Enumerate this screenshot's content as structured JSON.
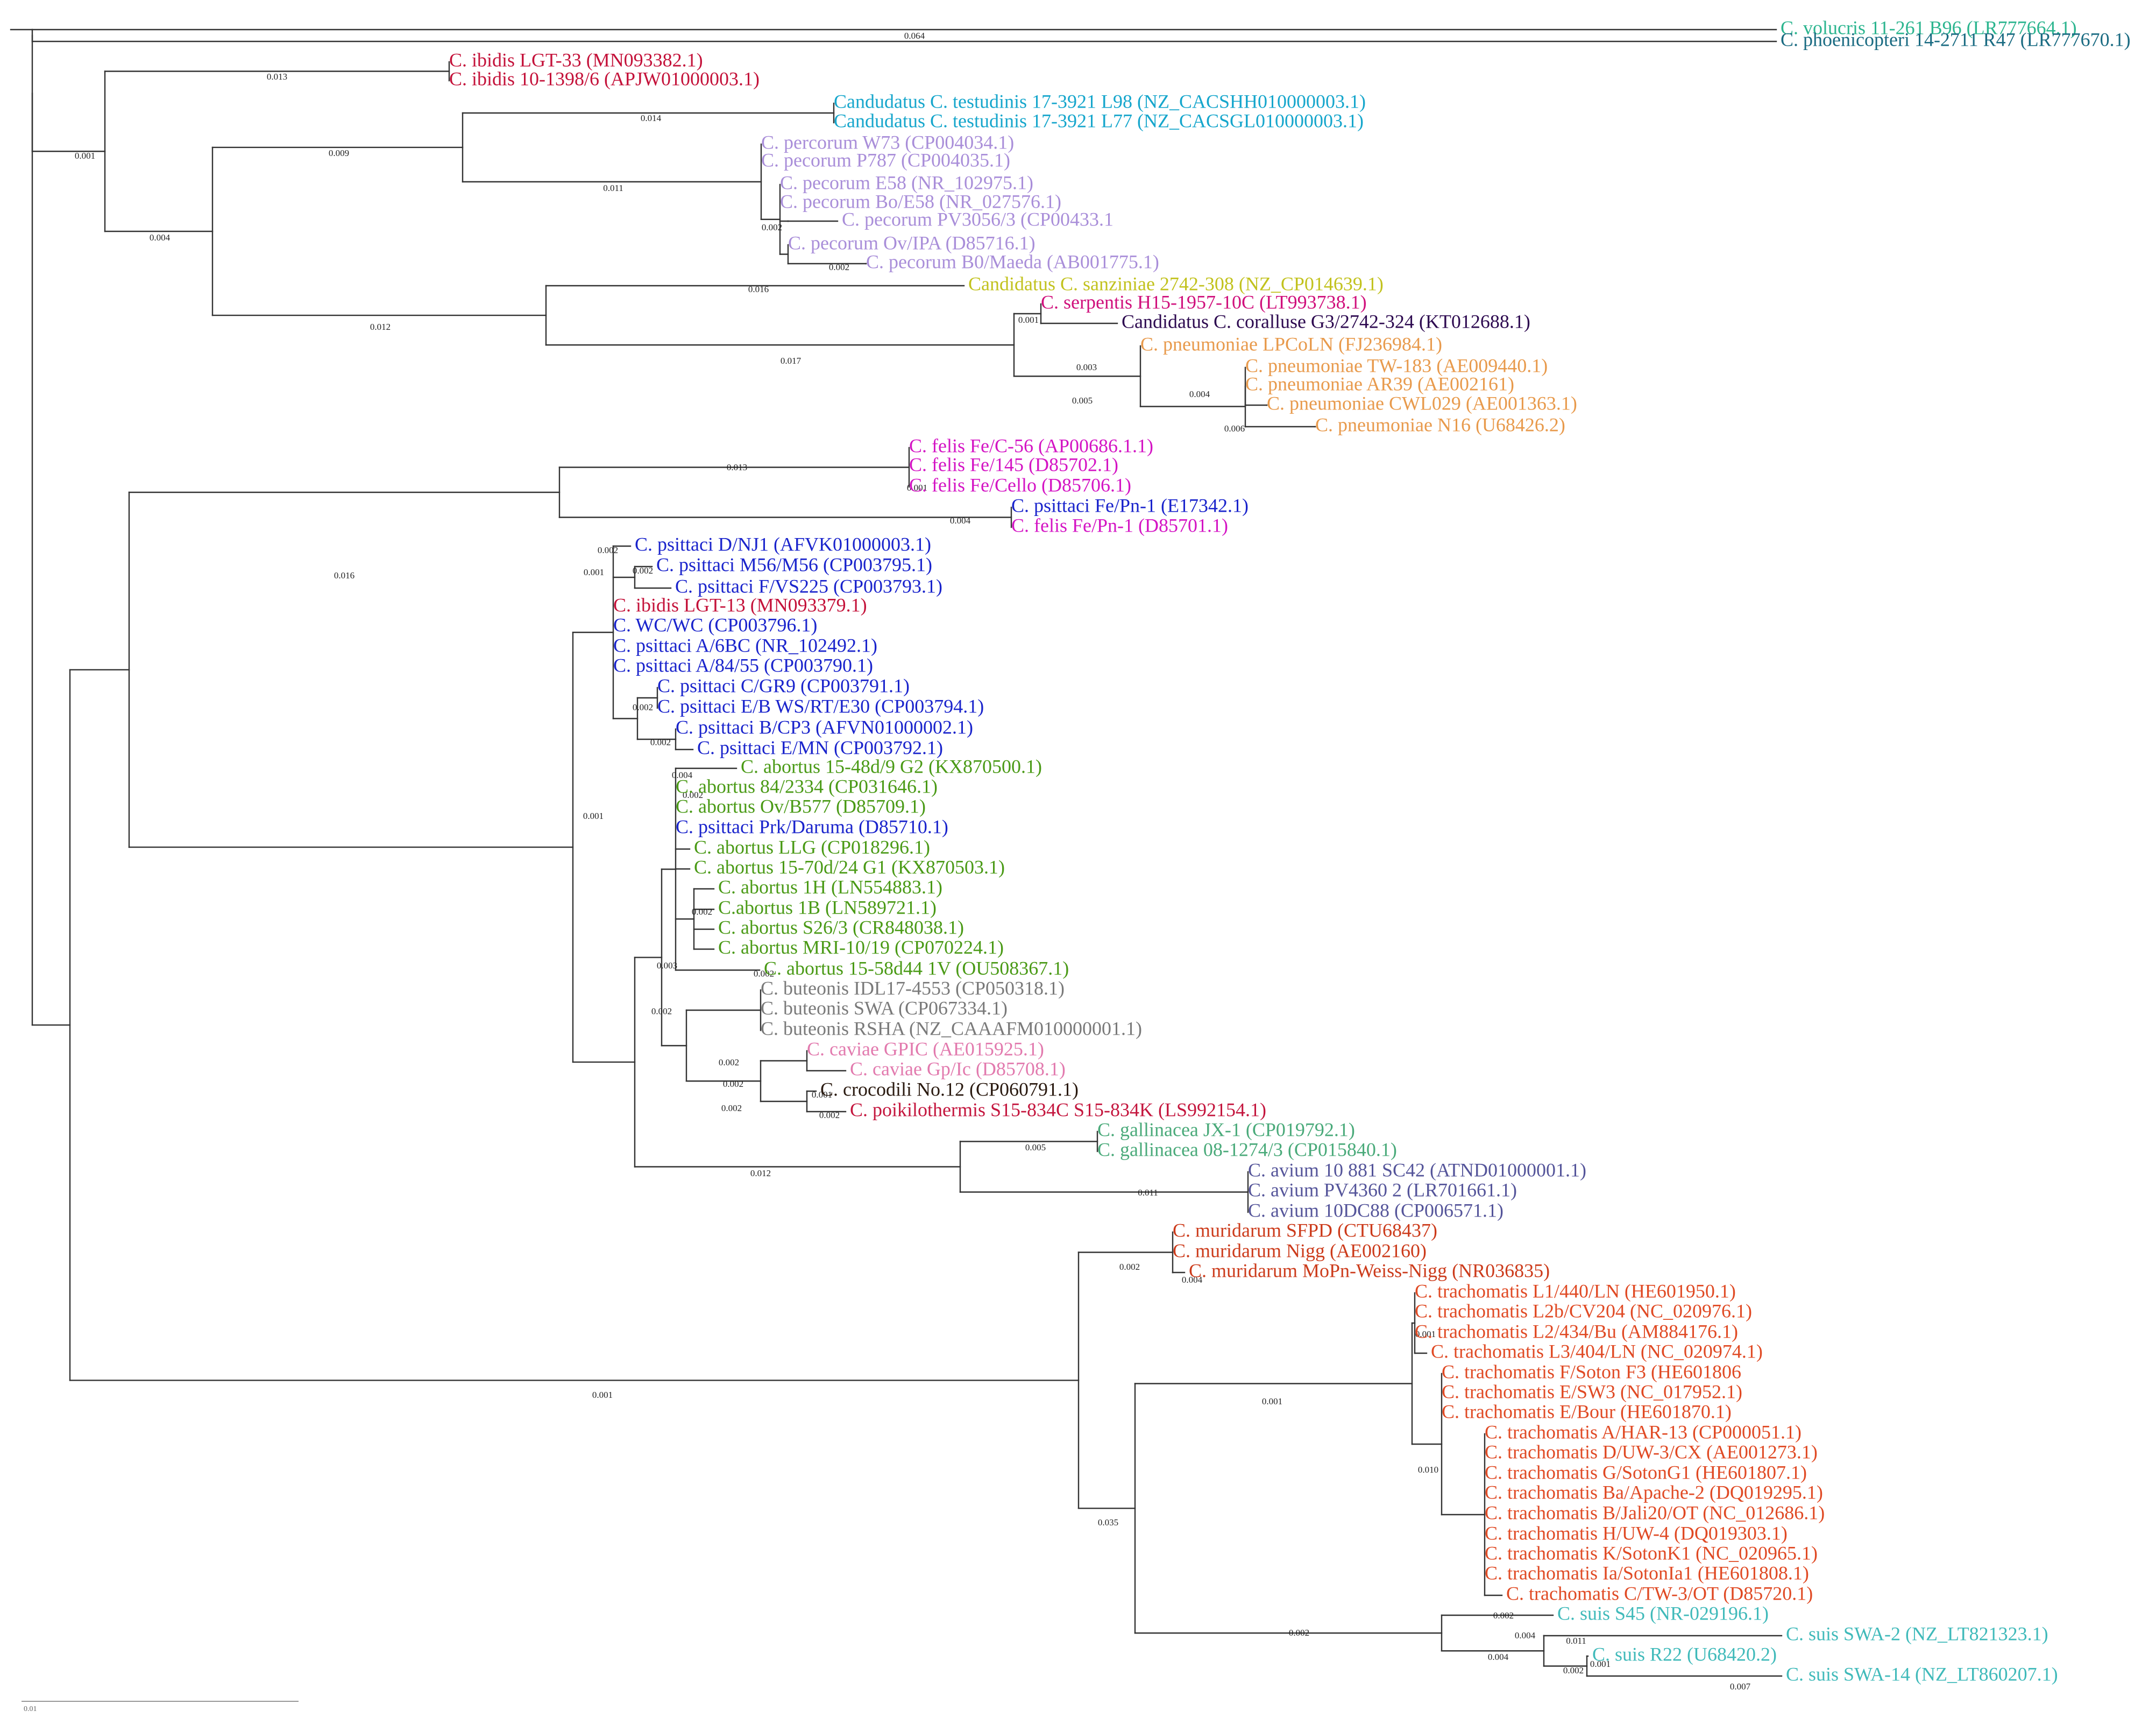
{
  "title": "",
  "colors": {
    "volucris": "#2cb58f",
    "phoenicopteri": "#1a6b82",
    "ibidis": "#c4123a",
    "testudinis": "#16a6cc",
    "pecorum": "#a98ed9",
    "sanziniae": "#c2c21e",
    "serpentis": "#d0107c",
    "coralluse": "#2d0a50",
    "pneumoniae": "#e89a4c",
    "felis": "#d415c4",
    "psittaci": "#1a24cc",
    "abortus": "#4a9a16",
    "buteonis": "#7a7a7a",
    "caviae": "#e27aae",
    "crocodili": "#2a1a10",
    "poikilothermis": "#c4163e",
    "gallinacea": "#4aaa7a",
    "avium": "#55559a",
    "muridarum": "#cc3b1b",
    "trachomatis": "#e04a24",
    "suis": "#40baba",
    "branch": "#333333"
  },
  "tips": [
    {
      "label": "C. volucris 11-261 B96 (LR777664.1)",
      "color": "volucris"
    },
    {
      "label": "C. phoenicopteri 14-2711 R47 (LR777670.1)",
      "color": "phoenicopteri"
    },
    {
      "label": "C. ibidis LGT-33 (MN093382.1)",
      "color": "ibidis"
    },
    {
      "label": "C. ibidis 10-1398/6 (APJW01000003.1)",
      "color": "ibidis"
    },
    {
      "label": "Candudatus C. testudinis 17-3921 L98 (NZ_CACSHH010000003.1)",
      "color": "testudinis"
    },
    {
      "label": "Candudatus C. testudinis 17-3921 L77 (NZ_CACSGL010000003.1)",
      "color": "testudinis"
    },
    {
      "label": "C. percorum W73 (CP004034.1)",
      "color": "pecorum"
    },
    {
      "label": "C. pecorum P787 (CP004035.1)",
      "color": "pecorum"
    },
    {
      "label": "C. pecorum E58 (NR_102975.1)",
      "color": "pecorum"
    },
    {
      "label": "C. pecorum Bo/E58 (NR_027576.1)",
      "color": "pecorum"
    },
    {
      "label": "C. pecorum PV3056/3 (CP00433.1",
      "color": "pecorum"
    },
    {
      "label": "C. pecorum Ov/IPA (D85716.1)",
      "color": "pecorum"
    },
    {
      "label": "C. pecorum B0/Maeda (AB001775.1)",
      "color": "pecorum"
    },
    {
      "label": "Candidatus C. sanziniae 2742-308 (NZ_CP014639.1)",
      "color": "sanziniae"
    },
    {
      "label": "C. serpentis H15-1957-10C (LT993738.1)",
      "color": "serpentis"
    },
    {
      "label": "Candidatus C. coralluse G3/2742-324 (KT012688.1)",
      "color": "coralluse"
    },
    {
      "label": "C. pneumoniae LPCoLN (FJ236984.1)",
      "color": "pneumoniae"
    },
    {
      "label": "C. pneumoniae TW-183 (AE009440.1)",
      "color": "pneumoniae"
    },
    {
      "label": "C. pneumoniae AR39 (AE002161)",
      "color": "pneumoniae"
    },
    {
      "label": "C. pneumoniae CWL029 (AE001363.1)",
      "color": "pneumoniae"
    },
    {
      "label": "C. pneumoniae N16 (U68426.2)",
      "color": "pneumoniae"
    },
    {
      "label": "C. felis Fe/C-56 (AP00686.1.1)",
      "color": "felis"
    },
    {
      "label": "C. felis Fe/145 (D85702.1)",
      "color": "felis"
    },
    {
      "label": "C. felis Fe/Cello (D85706.1)",
      "color": "felis"
    },
    {
      "label": "C. psittaci Fe/Pn-1 (E17342.1)",
      "color": "psittaci"
    },
    {
      "label": "C. felis Fe/Pn-1 (D85701.1)",
      "color": "felis"
    },
    {
      "label": "C. psittaci D/NJ1 (AFVK01000003.1)",
      "color": "psittaci"
    },
    {
      "label": "C. psittaci M56/M56 (CP003795.1)",
      "color": "psittaci"
    },
    {
      "label": "C. psittaci F/VS225 (CP003793.1)",
      "color": "psittaci"
    },
    {
      "label": "C. ibidis LGT-13 (MN093379.1)",
      "color": "ibidis"
    },
    {
      "label": "C. WC/WC (CP003796.1)",
      "color": "psittaci"
    },
    {
      "label": "C. psittaci A/6BC (NR_102492.1)",
      "color": "psittaci"
    },
    {
      "label": "C. psittaci A/84/55 (CP003790.1)",
      "color": "psittaci"
    },
    {
      "label": "C. psittaci C/GR9 (CP003791.1)",
      "color": "psittaci"
    },
    {
      "label": "C. psittaci E/B WS/RT/E30 (CP003794.1)",
      "color": "psittaci"
    },
    {
      "label": "C. psittaci B/CP3 (AFVN01000002.1)",
      "color": "psittaci"
    },
    {
      "label": "C. psittaci E/MN (CP003792.1)",
      "color": "psittaci"
    },
    {
      "label": "C. abortus 15-48d/9 G2 (KX870500.1)",
      "color": "abortus"
    },
    {
      "label": "C. abortus 84/2334 (CP031646.1)",
      "color": "abortus"
    },
    {
      "label": "C. abortus Ov/B577 (D85709.1)",
      "color": "abortus"
    },
    {
      "label": "C. psittaci Prk/Daruma (D85710.1)",
      "color": "psittaci"
    },
    {
      "label": "C. abortus LLG (CP018296.1)",
      "color": "abortus"
    },
    {
      "label": "C. abortus 15-70d/24 G1 (KX870503.1)",
      "color": "abortus"
    },
    {
      "label": "C. abortus 1H (LN554883.1)",
      "color": "abortus"
    },
    {
      "label": "C.abortus 1B (LN589721.1)",
      "color": "abortus"
    },
    {
      "label": "C. abortus S26/3 (CR848038.1)",
      "color": "abortus"
    },
    {
      "label": "C. abortus MRI-10/19 (CP070224.1)",
      "color": "abortus"
    },
    {
      "label": "C. abortus 15-58d44 1V (OU508367.1)",
      "color": "abortus"
    },
    {
      "label": "C. buteonis IDL17-4553 (CP050318.1)",
      "color": "buteonis"
    },
    {
      "label": "C. buteonis SWA (CP067334.1)",
      "color": "buteonis"
    },
    {
      "label": "C. buteonis RSHA (NZ_CAAAFM010000001.1)",
      "color": "buteonis"
    },
    {
      "label": "C. caviae GPIC (AE015925.1)",
      "color": "caviae"
    },
    {
      "label": "C. caviae Gp/Ic (D85708.1)",
      "color": "caviae"
    },
    {
      "label": "C. crocodili No.12 (CP060791.1)",
      "color": "crocodili"
    },
    {
      "label": "C. poikilothermis S15-834C S15-834K (LS992154.1)",
      "color": "poikilothermis"
    },
    {
      "label": "C. gallinacea JX-1 (CP019792.1)",
      "color": "gallinacea"
    },
    {
      "label": "C. gallinacea 08-1274/3 (CP015840.1)",
      "color": "gallinacea"
    },
    {
      "label": "C. avium 10 881 SC42 (ATND01000001.1)",
      "color": "avium"
    },
    {
      "label": "C. avium PV4360 2 (LR701661.1)",
      "color": "avium"
    },
    {
      "label": "C. avium 10DC88 (CP006571.1)",
      "color": "avium"
    },
    {
      "label": "C. muridarum SFPD (CTU68437)",
      "color": "muridarum"
    },
    {
      "label": "C. muridarum Nigg (AE002160)",
      "color": "muridarum"
    },
    {
      "label": "C. muridarum MoPn-Weiss-Nigg (NR036835)",
      "color": "muridarum"
    },
    {
      "label": "C. trachomatis L1/440/LN (HE601950.1)",
      "color": "trachomatis"
    },
    {
      "label": "C. trachomatis L2b/CV204 (NC_020976.1)",
      "color": "trachomatis"
    },
    {
      "label": "C. trachomatis L2/434/Bu (AM884176.1)",
      "color": "trachomatis"
    },
    {
      "label": "C. trachomatis L3/404/LN (NC_020974.1)",
      "color": "trachomatis"
    },
    {
      "label": "C. trachomatis F/Soton F3 (HE601806",
      "color": "trachomatis"
    },
    {
      "label": "C. trachomatis E/SW3 (NC_017952.1)",
      "color": "trachomatis"
    },
    {
      "label": "C. trachomatis E/Bour (HE601870.1)",
      "color": "trachomatis"
    },
    {
      "label": "C. trachomatis A/HAR-13 (CP000051.1)",
      "color": "trachomatis"
    },
    {
      "label": "C. trachomatis D/UW-3/CX (AE001273.1)",
      "color": "trachomatis"
    },
    {
      "label": "C. trachomatis G/SotonG1 (HE601807.1)",
      "color": "trachomatis"
    },
    {
      "label": "C. trachomatis Ba/Apache-2 (DQ019295.1)",
      "color": "trachomatis"
    },
    {
      "label": "C. trachomatis B/Jali20/OT (NC_012686.1)",
      "color": "trachomatis"
    },
    {
      "label": "C. trachomatis H/UW-4 (DQ019303.1)",
      "color": "trachomatis"
    },
    {
      "label": "C. trachomatis K/SotonK1 (NC_020965.1)",
      "color": "trachomatis"
    },
    {
      "label": "C. trachomatis Ia/SotonIa1 (HE601808.1)",
      "color": "trachomatis"
    },
    {
      "label": "C. trachomatis C/TW-3/OT (D85720.1)",
      "color": "trachomatis"
    },
    {
      "label": "C. suis S45 (NR-029196.1)",
      "color": "suis"
    },
    {
      "label": "C. suis SWA-2 (NZ_LT821323.1)",
      "color": "suis"
    },
    {
      "label": "C. suis R22 (U68420.2)",
      "color": "suis"
    },
    {
      "label": "C. suis SWA-14 (NZ_LT860207.1)",
      "color": "suis"
    }
  ],
  "branch_lengths": [
    "0.064",
    "0.013",
    "0.001",
    "0.014",
    "0.009",
    "0.011",
    "0.002",
    "0.002",
    "0.004",
    "0.016",
    "0.012",
    "0.001",
    "0.003",
    "0.017",
    "0.004",
    "0.005",
    "0.006",
    "0.013",
    "0.001",
    "0.004",
    "0.001",
    "0.016",
    "0.002",
    "0.002",
    "0.002",
    "0.002",
    "0.004",
    "0.002",
    "0.001",
    "0.002",
    "0.003",
    "0.002",
    "0.002",
    "0.002",
    "0.002",
    "0.001",
    "0.002",
    "0.002",
    "0.005",
    "0.012",
    "0.011",
    "0.002",
    "0.004",
    "0.001",
    "0.001",
    "0.010",
    "0.001",
    "0.035",
    "0.002",
    "0.004",
    "0.002",
    "0.011",
    "0.004",
    "0.001",
    "0.002",
    "0.007"
  ],
  "scale_bar_label": "0.01"
}
